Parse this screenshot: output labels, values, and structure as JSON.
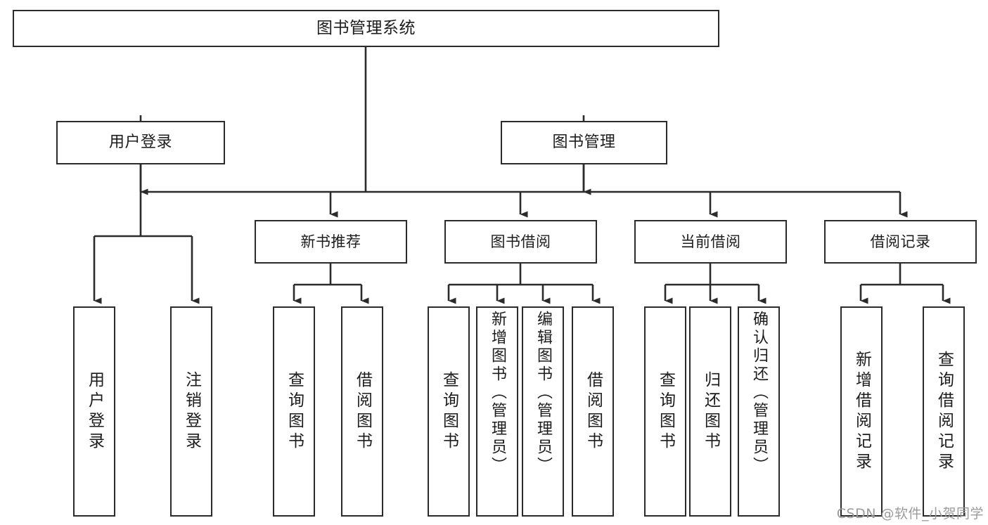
{
  "diagram": {
    "title": "图书管理系统",
    "type": "tree-structure-chart",
    "watermark": "CSDN @软件_小贺同学",
    "colors": {
      "box_border": "#2b2b2b",
      "box_fill": "#ffffff",
      "connector": "#2b2b2b",
      "text": "#1c1c1c",
      "watermark": "#9b9b9b"
    },
    "root": {
      "label": "图书管理系统"
    },
    "level1": [
      {
        "id": "user-login",
        "label": "用户登录"
      },
      {
        "id": "book-management",
        "label": "图书管理"
      }
    ],
    "level2": [
      {
        "id": "new-book-recommend",
        "label": "新书推荐",
        "parent": "book-management"
      },
      {
        "id": "book-borrow",
        "label": "图书借阅",
        "parent": "book-management"
      },
      {
        "id": "current-borrow",
        "label": "当前借阅",
        "parent": "book-management"
      },
      {
        "id": "borrow-record",
        "label": "借阅记录",
        "parent": "book-management"
      }
    ],
    "leaves": [
      {
        "id": "leaf-user-login",
        "label": "用户登录",
        "parent": "user-login"
      },
      {
        "id": "leaf-user-logout",
        "label": "注销登录",
        "parent": "user-login"
      },
      {
        "id": "leaf-query-book-1",
        "label": "查询图书",
        "parent": "new-book-recommend"
      },
      {
        "id": "leaf-borrow-book-1",
        "label": "借阅图书",
        "parent": "new-book-recommend"
      },
      {
        "id": "leaf-query-book-2",
        "label": "查询图书",
        "parent": "book-borrow"
      },
      {
        "id": "leaf-add-book",
        "label": "新增图书（管理员）",
        "parent": "book-borrow"
      },
      {
        "id": "leaf-edit-book",
        "label": "编辑图书（管理员）",
        "parent": "book-borrow"
      },
      {
        "id": "leaf-borrow-book-2",
        "label": "借阅图书",
        "parent": "book-borrow"
      },
      {
        "id": "leaf-query-book-3",
        "label": "查询图书",
        "parent": "current-borrow"
      },
      {
        "id": "leaf-return-book",
        "label": "归还图书",
        "parent": "current-borrow"
      },
      {
        "id": "leaf-confirm-return",
        "label": "确认归还（管理员）",
        "parent": "current-borrow"
      },
      {
        "id": "leaf-add-record",
        "label": "新增借阅记录",
        "parent": "borrow-record"
      },
      {
        "id": "leaf-query-record",
        "label": "查询借阅记录",
        "parent": "borrow-record"
      }
    ]
  }
}
